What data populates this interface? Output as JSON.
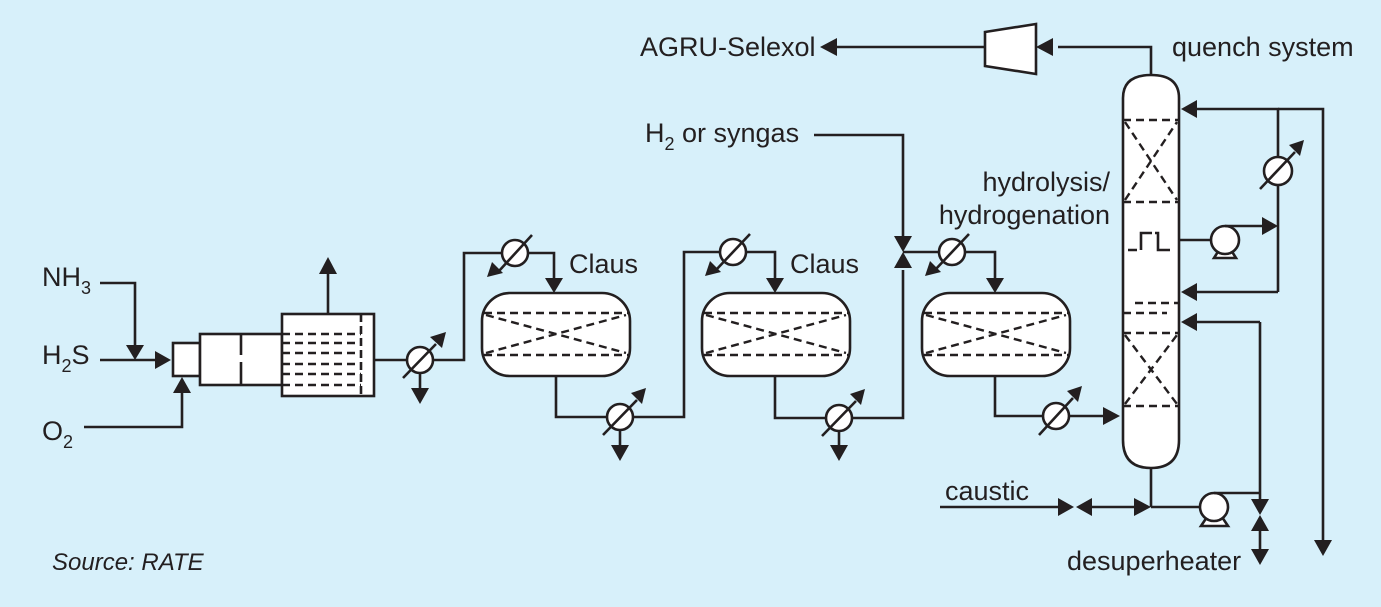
{
  "diagram": {
    "title": "Sulfur recovery unit with tail gas treatment",
    "colors": {
      "background": "#d7f0fa",
      "stroke": "#231f20",
      "equipment_fill": "#ffffff"
    },
    "feeds": [
      {
        "name": "NH",
        "subscript": "3"
      },
      {
        "name": "H",
        "subscript": "2",
        "suffix": "S"
      },
      {
        "name": "O",
        "subscript": "2"
      }
    ],
    "labels": {
      "claus_1": "Claus",
      "claus_2": "Claus",
      "h2_prefix": "H",
      "h2_sub": "2",
      "h2_suffix": " or syngas",
      "agru": "AGRU-Selexol",
      "quench": "quench system",
      "hydrolysis_1": "hydrolysis/",
      "hydrolysis_2": "hydrogenation",
      "caustic": "caustic",
      "desuperheater": "desuperheater",
      "source": "Source: RATE"
    },
    "equipment": [
      "reaction-furnace",
      "waste-heat-boiler",
      "sulfur-condenser-1",
      "reheater-1",
      "claus-reactor-1",
      "sulfur-condenser-2",
      "reheater-2",
      "claus-reactor-2",
      "sulfur-condenser-3",
      "mixer",
      "heater-3",
      "hydrogenation-reactor",
      "cooler-4",
      "quench-column",
      "compressor",
      "circulation-pump",
      "quench-cooler",
      "bottoms-pump"
    ]
  }
}
